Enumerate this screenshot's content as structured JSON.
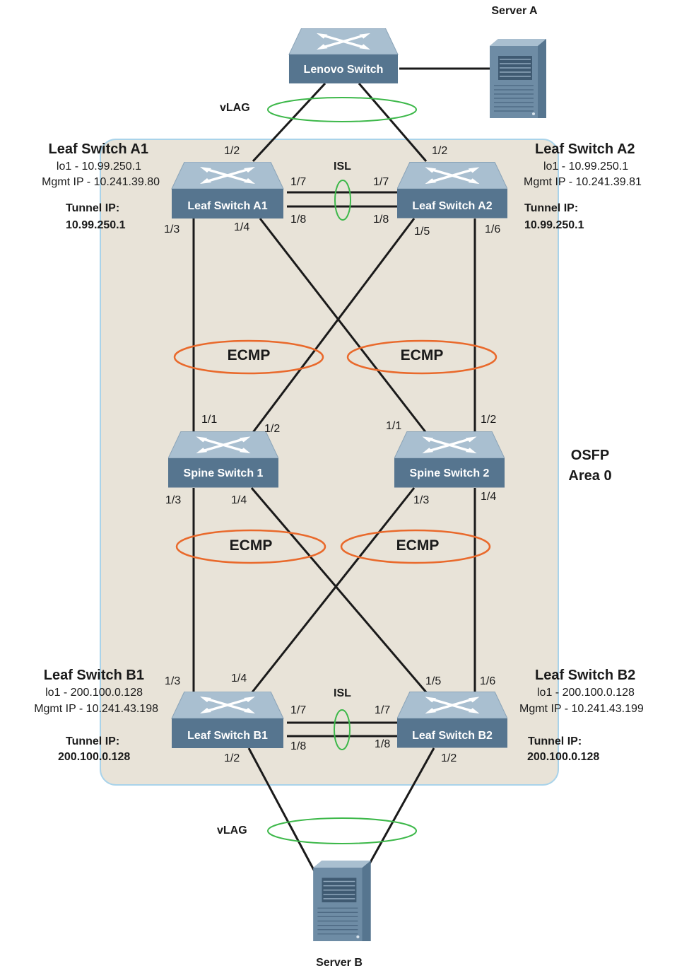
{
  "colors": {
    "area_fill": "#e8e3d8",
    "area_border": "#a9d3ea",
    "switch_top": "#a9bfd0",
    "switch_front": "#56758f",
    "ecmp_ring": "#e9692b",
    "lag_ring": "#3db84a",
    "link": "#1a1a1a"
  },
  "area": {
    "line1": "OSFP",
    "line2": "Area 0"
  },
  "servers": {
    "a": {
      "label": "Server A",
      "icon": "server-icon"
    },
    "b": {
      "label": "Server B",
      "icon": "server-icon"
    }
  },
  "lenovo": {
    "label": "Lenovo Switch",
    "icon": "switch-icon"
  },
  "leaf_a1": {
    "title": "Leaf Switch A1",
    "lo": "lo1 - 10.99.250.1",
    "mgmt": "Mgmt IP - 10.241.39.80",
    "tunnel_label": "Tunnel IP:",
    "tunnel_ip": "10.99.250.1",
    "label": "Leaf Switch A1"
  },
  "leaf_a2": {
    "title": "Leaf Switch A2",
    "lo": "lo1 - 10.99.250.1",
    "mgmt": "Mgmt IP - 10.241.39.81",
    "tunnel_label": "Tunnel IP:",
    "tunnel_ip": "10.99.250.1",
    "label": "Leaf Switch A2"
  },
  "spine_1": {
    "label": "Spine Switch 1"
  },
  "spine_2": {
    "label": "Spine Switch 2"
  },
  "leaf_b1": {
    "title": "Leaf Switch B1",
    "lo": "lo1 - 200.100.0.128",
    "mgmt": "Mgmt IP - 10.241.43.198",
    "tunnel_label": "Tunnel IP:",
    "tunnel_ip": "200.100.0.128",
    "label": "Leaf Switch B1"
  },
  "leaf_b2": {
    "title": "Leaf Switch B2",
    "lo": "lo1 - 200.100.0.128",
    "mgmt": "Mgmt IP - 10.241.43.199",
    "tunnel_label": "Tunnel IP:",
    "tunnel_ip": "200.100.0.128",
    "label": "Leaf Switch B2"
  },
  "groups": {
    "vlag_top": "vLAG",
    "vlag_bottom": "vLAG",
    "isl_top": "ISL",
    "isl_bottom": "ISL",
    "ecmp": "ECMP"
  },
  "ports": {
    "a1_up": "1/2",
    "a2_up": "1/2",
    "a1_isl1": "1/7",
    "a1_isl2": "1/8",
    "a2_isl1": "1/7",
    "a2_isl2": "1/8",
    "a1_13": "1/3",
    "a1_14": "1/4",
    "a2_15": "1/5",
    "a2_16": "1/6",
    "s1_11": "1/1",
    "s1_12": "1/2",
    "s2_11": "1/1",
    "s2_12": "1/2",
    "s1_13": "1/3",
    "s1_14": "1/4",
    "s2_13": "1/3",
    "s2_14": "1/4",
    "b1_13": "1/3",
    "b1_14": "1/4",
    "b2_15": "1/5",
    "b2_16": "1/6",
    "b1_isl1": "1/7",
    "b1_isl2": "1/8",
    "b2_isl1": "1/7",
    "b2_isl2": "1/8",
    "b1_down": "1/2",
    "b2_down": "1/2"
  }
}
